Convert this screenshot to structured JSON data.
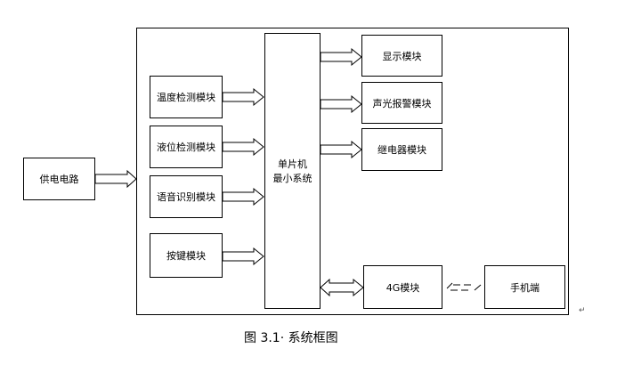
{
  "power": {
    "label": "供电电路"
  },
  "inputs": [
    {
      "label": "温度检测模块"
    },
    {
      "label": "液位检测模块"
    },
    {
      "label": "语音识别模块"
    },
    {
      "label": "按键模块"
    }
  ],
  "mcu": {
    "line1": "单片机",
    "line2": "最小系统"
  },
  "outputs": [
    {
      "label": "显示模块"
    },
    {
      "label": "声光报警模块"
    },
    {
      "label": "继电器模块"
    }
  ],
  "comm": {
    "module": "4G模块",
    "phone": "手机端"
  },
  "caption": "图 3.1· 系统框图",
  "marks": {
    "paragraph": "↵"
  }
}
